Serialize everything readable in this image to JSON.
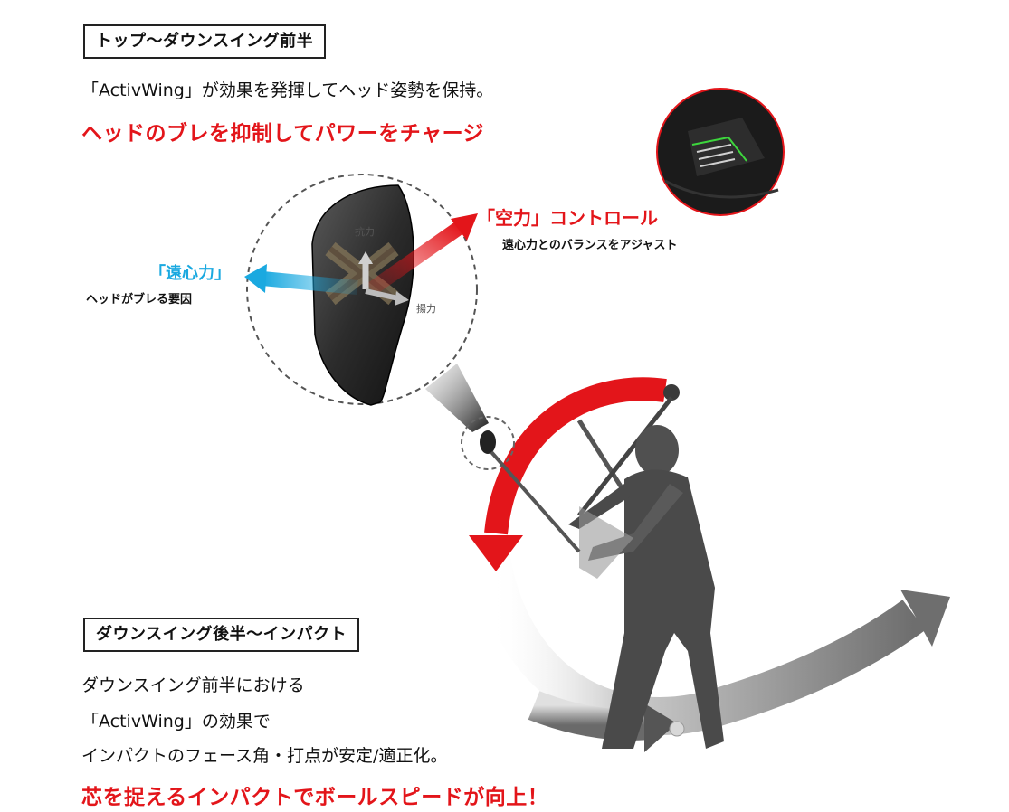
{
  "section1": {
    "title": "トップ〜ダウンスイング前半",
    "description": "「ActivWing」が効果を発揮してヘッド姿勢を保持。",
    "headline": "ヘッドのブレを抑制してパワーをチャージ"
  },
  "forces": {
    "centrifugal_label": "「遠心力」",
    "centrifugal_desc": "ヘッドがブレる要因",
    "lift_label": "「空力」コントロール",
    "lift_desc": "遠心力とのバランスをアジャスト",
    "drag_label": "抗力",
    "lift_small_label": "揚力"
  },
  "section2": {
    "title": "ダウンスイング後半〜インパクト",
    "line1": "ダウンスイング前半における",
    "line2": "「ActivWing」の効果で",
    "line3": "インパクトのフェース角・打点が安定/適正化。",
    "headline": "芯を捉えるインパクトでボールスピードが向上！"
  },
  "colors": {
    "accent_red": "#e3151a",
    "accent_blue": "#1aa9e0",
    "accent_green": "#3dd63d"
  },
  "icons": {
    "golfer": "golfer-silhouette-icon",
    "club_head": "club-head-icon",
    "zoom_head": "activwing-zoom-icon"
  }
}
